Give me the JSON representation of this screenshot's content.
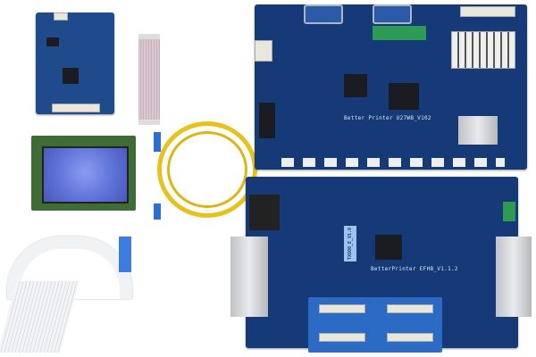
{
  "products": {
    "main_board_label": "Better Printer U27WB_V102",
    "head_board_label": "BetterPrinter EFHB_V1.1.2",
    "head_board_tag": "TX800_E_V1.0"
  },
  "colors": {
    "pcb_blue": "#163a78",
    "fiber_yellow": "#e8c21c",
    "lcd_green": "#3f6b35",
    "lcd_screen": "#5b6fd6"
  }
}
